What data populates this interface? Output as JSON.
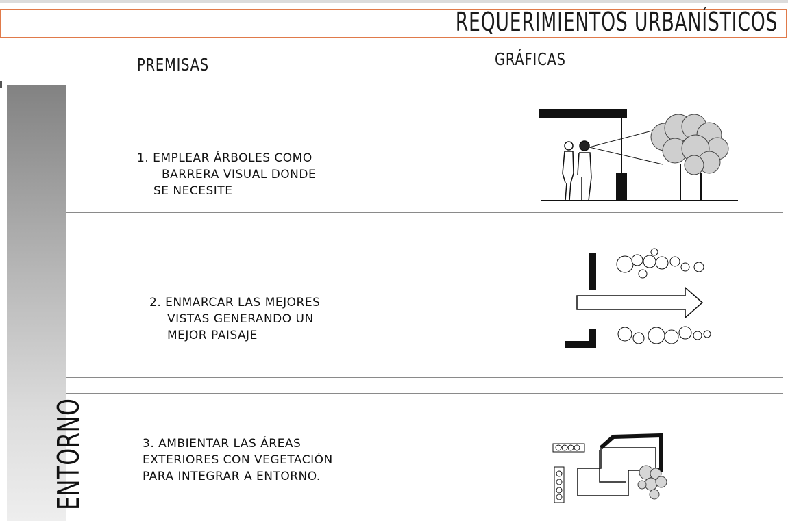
{
  "header": {
    "title": "REQUERIMIENTOS URBANÍSTICOS"
  },
  "columns": {
    "premisas": "PREMISAS",
    "graficas": "GRÁFICAS"
  },
  "sidebar": {
    "label": "ENTORNO"
  },
  "rows": [
    {
      "lines": [
        "1. EMPLEAR ÁRBOLES COMO",
        "BARRERA VISUAL DONDE",
        "SE NECESITE"
      ]
    },
    {
      "lines": [
        "2. ENMARCAR LAS MEJORES",
        "VISTAS GENERANDO UN",
        "MEJOR PAISAJE"
      ]
    },
    {
      "lines": [
        "3. AMBIENTAR LAS ÁREAS",
        "EXTERIORES CON VEGETACIÓN",
        "PARA INTEGRAR A ENTORNO."
      ]
    }
  ],
  "colors": {
    "accent": "#e07a4a",
    "ink": "#111111"
  },
  "icons": [
    "tree-barrier-illustration",
    "framed-view-illustration",
    "vegetation-integration-illustration"
  ]
}
